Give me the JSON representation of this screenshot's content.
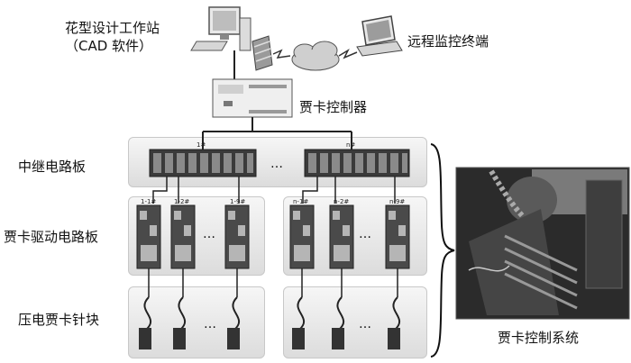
{
  "top": {
    "cad_station_line1": "花型设计工作站",
    "cad_station_line2": "（CAD 软件）",
    "remote_terminal": "远程监控终端",
    "controller": "贾卡控制器"
  },
  "rows": {
    "relay": "中继电路板",
    "driver": "贾卡驱动电路板",
    "needle": "压电贾卡针块"
  },
  "relay_tags": [
    "1#",
    "n#"
  ],
  "driver_tags": [
    "1-1#",
    "1-2#",
    "1-9#",
    "n-1#",
    "n-2#",
    "n-9#"
  ],
  "ellipsis": "…",
  "photo_caption": "贾卡控制系统"
}
